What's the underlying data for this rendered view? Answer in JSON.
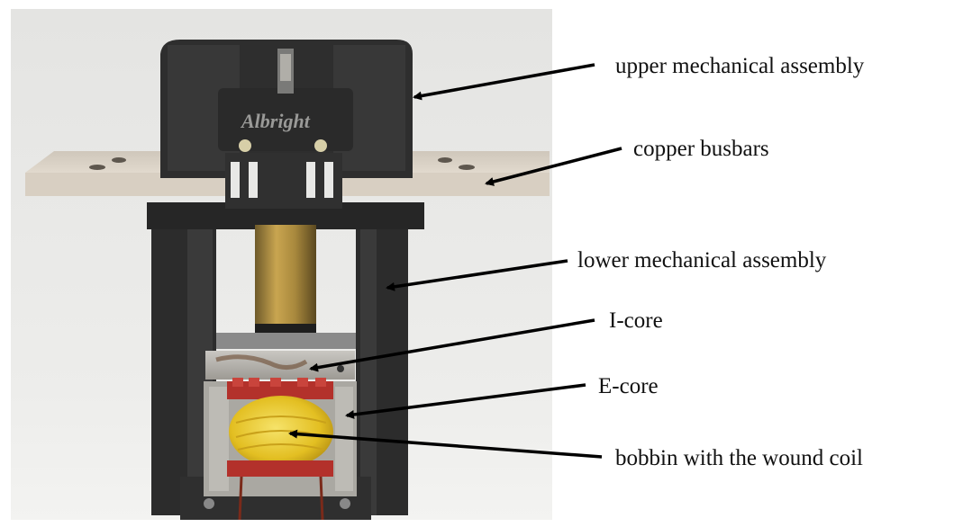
{
  "labels": {
    "upper_mechanical_assembly": "upper mechanical assembly",
    "copper_busbars": "copper busbars",
    "lower_mechanical_assembly": "lower mechanical assembly",
    "i_core": "I-core",
    "e_core": "E-core",
    "bobbin_with_coil": "bobbin with the wound coil"
  },
  "brand_text": "Albright",
  "colors": {
    "background": "#ffffff",
    "photo_backdrop": "#e9e9e7",
    "housing_dark": "#2b2b2b",
    "busbar": "#dcd3c6",
    "plunger": "#a8843a",
    "coil_tape": "#e8c624",
    "bobbin_red": "#b8322c",
    "arrow": "#000000"
  }
}
